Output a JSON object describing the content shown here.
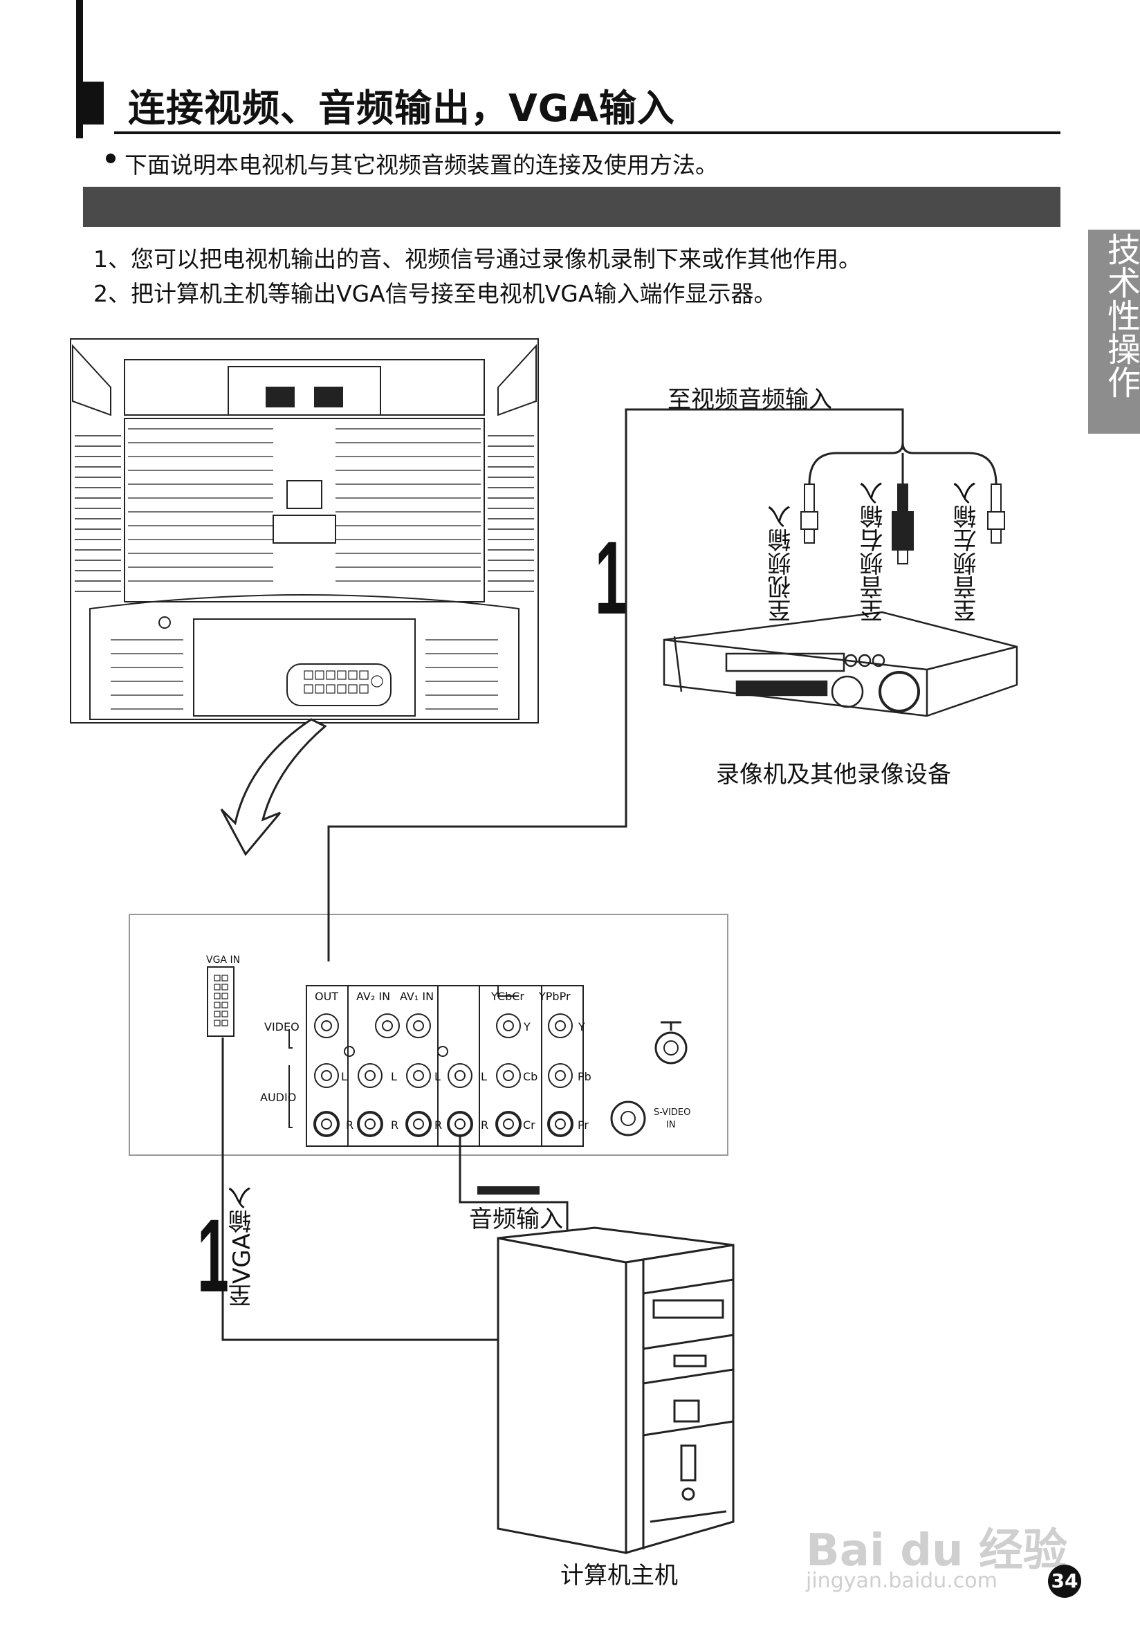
{
  "header": {
    "title": "连接视频、音频输出，VGA输入",
    "intro": "下面说明本电视机与其它视频音频装置的连接及使用方法。"
  },
  "steps": [
    "1、您可以把电视机输出的音、视频信号通过录像机录制下来或作其他作用。",
    "2、把计算机主机等输出VGA信号接至电视机VGA输入端作显示器。"
  ],
  "side_tab": "技术性操作",
  "diagram": {
    "to_av_input": "至视频音频输入",
    "to_video_in": "至视频输入",
    "to_audio_right_in": "至音频右输入",
    "to_audio_left_in": "至音频左输入",
    "vcr_label": "录像机及其他录像设备",
    "step_number": "1",
    "audio_in": "音频输入",
    "to_vga_in": "至VGA输入",
    "pc_label": "计算机主机",
    "panel": {
      "vga_in": "VGA IN",
      "video": "VIDEO",
      "audio": "AUDIO",
      "out": "OUT",
      "av2_in": "AV₂ IN",
      "av1_in": "AV₁ IN",
      "ycbcr": "YCbCr",
      "ypbpr": "YPbPr",
      "y": "Y",
      "l": "L",
      "r": "R",
      "cb": "Cb",
      "cr": "Cr",
      "pb": "Pb",
      "pr": "Pr",
      "svideo": "S-VIDEO",
      "svideo_in": "IN"
    }
  },
  "page_number": "34",
  "watermark": {
    "logo": "Bai du 经验",
    "url": "jingyan.baidu.com"
  }
}
